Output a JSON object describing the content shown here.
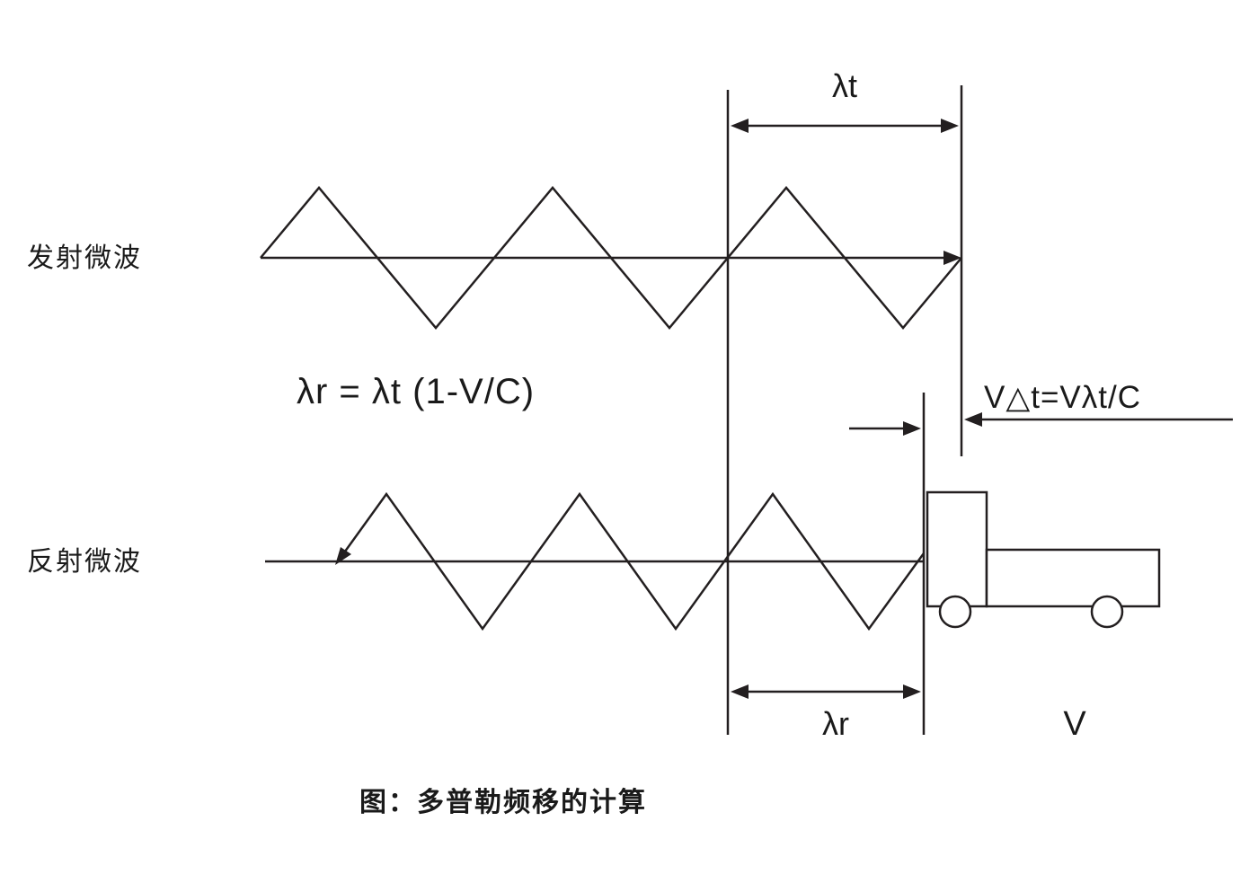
{
  "diagram": {
    "labels": {
      "transmitted_wave": "发射微波",
      "reflected_wave": "反射微波",
      "lambda_t": "λt",
      "lambda_r": "λr",
      "formula": "λr = λt (1-V/C)",
      "gap_formula": "V△t=Vλt/C",
      "velocity": "V",
      "caption": "图：多普勒频移的计算"
    },
    "colors": {
      "line": "#231f20",
      "text": "#1a1a1a",
      "background": "#ffffff"
    }
  }
}
